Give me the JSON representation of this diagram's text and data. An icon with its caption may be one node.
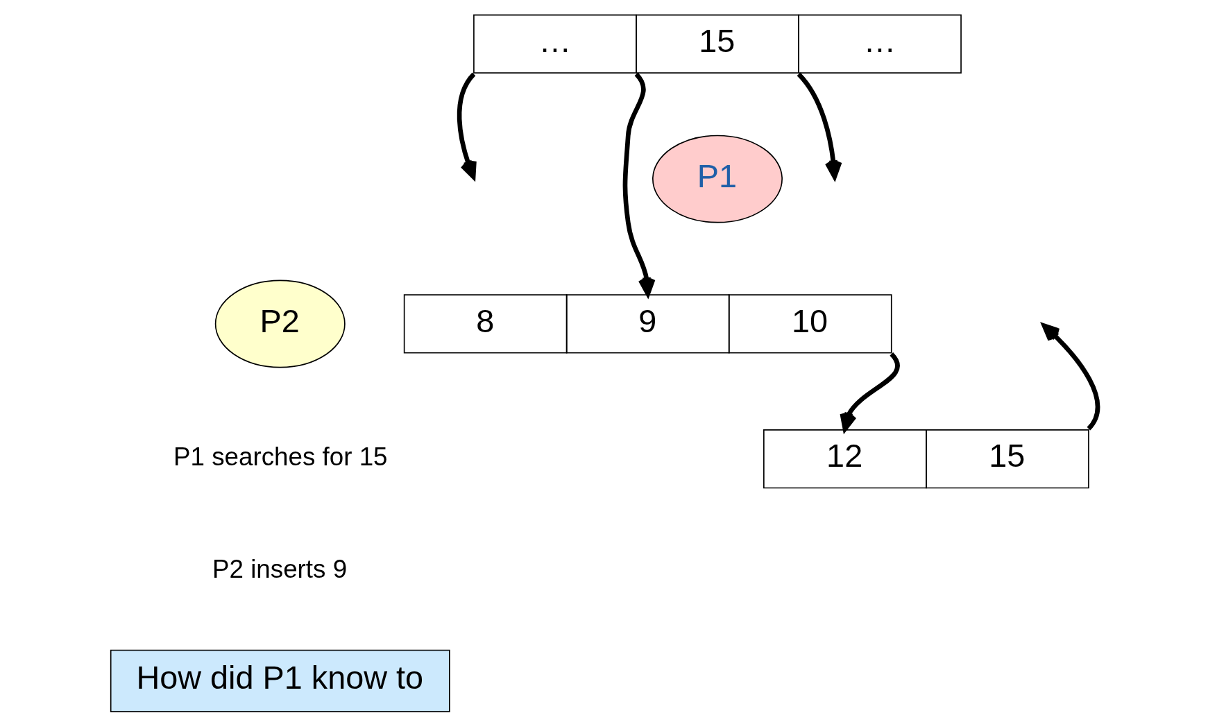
{
  "diagram": {
    "nodes": [
      {
        "text": [
          "…",
          "15",
          "…"
        ]
      },
      {
        "text": [
          "8",
          "9",
          "10"
        ]
      },
      {
        "text": [
          "12",
          "15"
        ]
      },
      {
        "text": [
          "P1"
        ]
      },
      {
        "text": [
          "P2"
        ]
      },
      {
        "text": [
          "How did P1 know to"
        ]
      }
    ],
    "edges": [
      {
        "from": 0,
        "to": null,
        "arrow": "to"
      },
      {
        "from": 0,
        "to": 1,
        "arrow": "to"
      },
      {
        "from": 0,
        "to": null,
        "arrow": "to"
      },
      {
        "from": 1,
        "to": 2,
        "arrow": "to"
      },
      {
        "from": 2,
        "to": null,
        "arrow": "to"
      }
    ],
    "labels": [
      "P1 searches for 15",
      "P2 inserts 9"
    ]
  }
}
